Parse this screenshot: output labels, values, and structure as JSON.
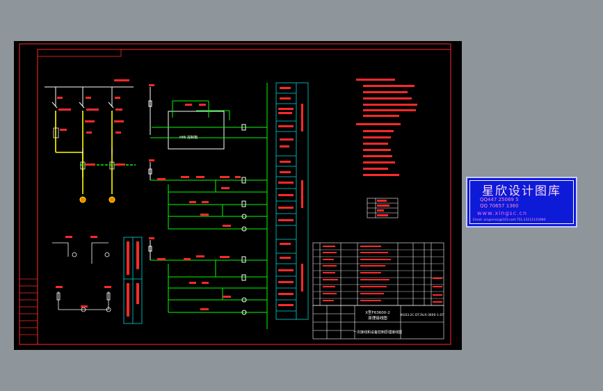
{
  "watermark": {
    "title": "星欣设计图库",
    "qq1": "QQ447 25069 5",
    "qq2": "QQ 70657 1360",
    "url": "www.xingsc.cn",
    "email": "Email: xingxinssj@163.com  TEL:13111143980"
  },
  "title_block": {
    "project_line1": "X型F63600-2",
    "project_line2": "原理接线图",
    "drawing_name": "一次接线和设备控制原理接线图",
    "drawing_no": "KG03.2C.DT.AUX-3600-1.07"
  },
  "table_rows": 7,
  "colors": {
    "sheet": "#000000",
    "border": "#ff2a2a",
    "wiring": "#00ff00",
    "bus": "#ffff00",
    "label": "#ffffff",
    "cyan": "#00d8d8",
    "watermark_bg": "#0d1ad8"
  }
}
